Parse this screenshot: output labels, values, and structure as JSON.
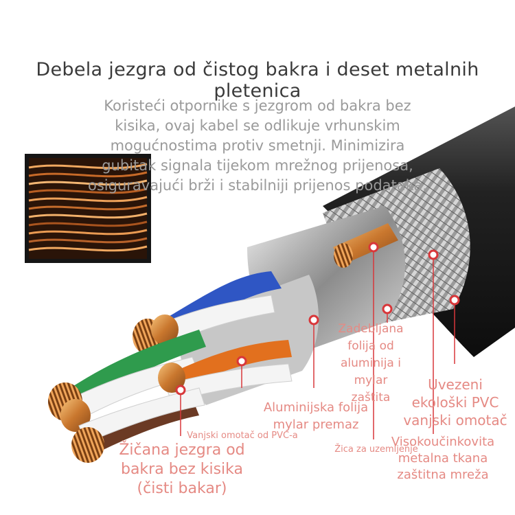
{
  "headline": "Debela jezgra od čistog bakra i deset metalnih pletenica",
  "description_lines": [
    "Koristeći otpornike s jezgrom od bakra bez",
    "kisika, ovaj kabel se odlikuje vrhunskim",
    "mogućnostima protiv smetnji. Minimizira",
    "gubitak signala tijekom mrežnog prijenosa,",
    "osiguravajući brži i stabilniji prijenos podataka."
  ],
  "labels": {
    "foil": [
      "Zadebljana",
      "folija od",
      "aluminija i",
      "mylar",
      "zaštita"
    ],
    "pvc": [
      "Uvezeni",
      "ekološki PVC",
      "vanjski omotač"
    ],
    "mylar": [
      "Aluminijska folija",
      "mylar premaz"
    ],
    "jacket": "Vanjski omotač od PVC-a",
    "ground": "Žica za uzemljenje",
    "braid": [
      "Visokoučinkovita",
      "metalna tkana",
      "zaštitna mreža"
    ],
    "core": [
      "Žičana jezgra od",
      "bakra bez kisika",
      "(čisti bakar)"
    ]
  },
  "colors": {
    "label": "#e58a84",
    "marker": "#d8373a",
    "copper": "#d98a3d",
    "jacket": "#1b1b1b",
    "headline": "#3a3a3a",
    "description": "#9a9a9a"
  }
}
